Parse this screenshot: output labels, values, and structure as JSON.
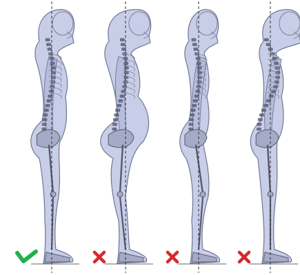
{
  "figures": [
    {
      "posture": "correct",
      "verdict": "check-icon"
    },
    {
      "posture": "sway-back",
      "verdict": "cross-icon"
    },
    {
      "posture": "flat-back",
      "verdict": "cross-icon"
    },
    {
      "posture": "kyphosis",
      "verdict": "cross-icon"
    }
  ],
  "colors": {
    "background": "#ffffff",
    "silhouette_fill": "#c9cee8",
    "silhouette_stroke": "#6f7490",
    "skeleton": "#8a8fa6",
    "skeleton_dark": "#555a70",
    "plumb_line": "#333333",
    "check": "#22b04a",
    "cross": "#d42a2a"
  }
}
